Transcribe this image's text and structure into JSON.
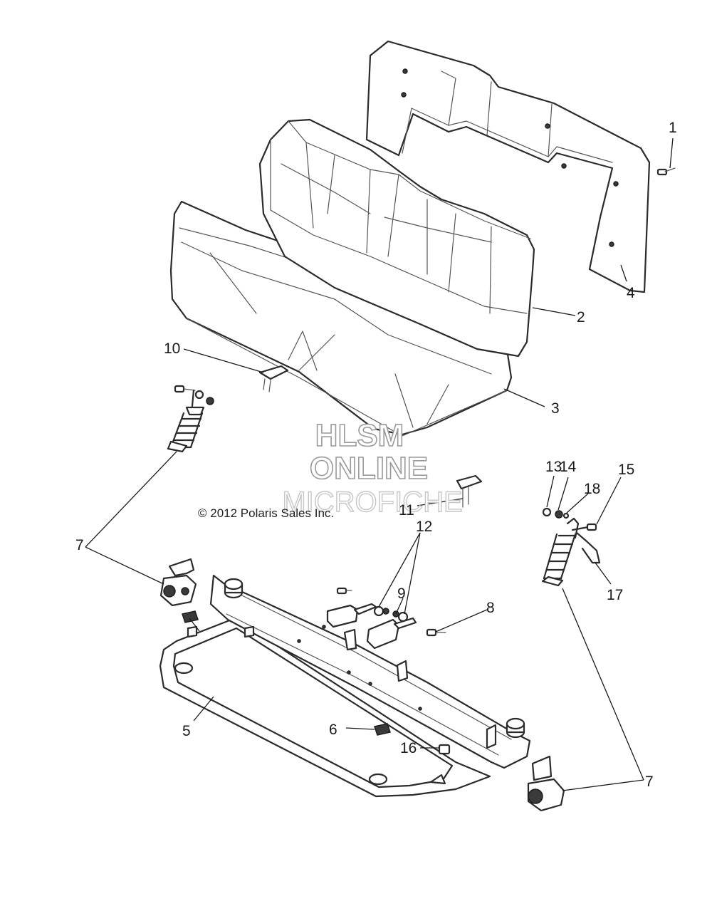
{
  "copyright": "© 2012 Polaris Sales Inc.",
  "watermark": {
    "line1": "HLSM",
    "line2": "ONLINE",
    "line3": "MICROFICHE"
  },
  "callouts": {
    "c1": "1",
    "c2": "2",
    "c3": "3",
    "c4": "4",
    "c5": "5",
    "c6": "6",
    "c7a": "7",
    "c7b": "7",
    "c8": "8",
    "c9": "9",
    "c10": "10",
    "c11": "11",
    "c12": "12",
    "c13": "13",
    "c14": "14",
    "c15": "15",
    "c16": "16",
    "c17": "17",
    "c18": "18"
  }
}
